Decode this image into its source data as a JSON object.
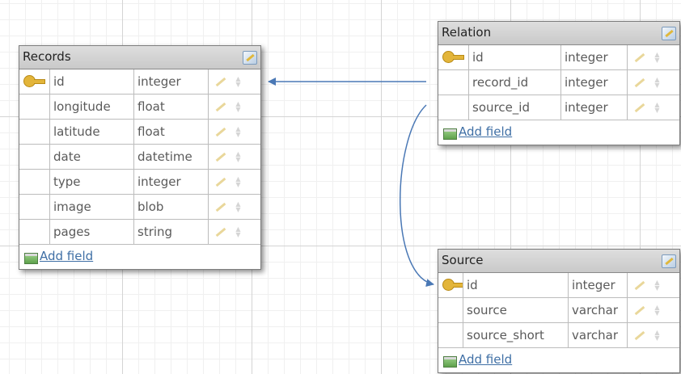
{
  "tables": {
    "records": {
      "title": "Records",
      "fields": [
        {
          "name": "id",
          "type": "integer",
          "primary": true
        },
        {
          "name": "longitude",
          "type": "float"
        },
        {
          "name": "latitude",
          "type": "float"
        },
        {
          "name": "date",
          "type": "datetime"
        },
        {
          "name": "type",
          "type": "integer"
        },
        {
          "name": "image",
          "type": "blob"
        },
        {
          "name": "pages",
          "type": "string"
        }
      ],
      "add_label": "Add field"
    },
    "relation": {
      "title": "Relation",
      "fields": [
        {
          "name": "id",
          "type": "integer",
          "primary": true
        },
        {
          "name": "record_id",
          "type": "integer"
        },
        {
          "name": "source_id",
          "type": "integer"
        }
      ],
      "add_label": "Add field"
    },
    "source": {
      "title": "Source",
      "fields": [
        {
          "name": "id",
          "type": "integer",
          "primary": true
        },
        {
          "name": "source",
          "type": "varchar"
        },
        {
          "name": "source_short",
          "type": "varchar"
        }
      ],
      "add_label": "Add field"
    }
  },
  "relationships": [
    {
      "from": "relation.record_id",
      "to": "records.id"
    },
    {
      "from": "relation.source_id",
      "to": "source.id"
    }
  ],
  "colors": {
    "connector": "#4a78b5",
    "header": "#d4d4d4",
    "link": "#3f6fa5",
    "key": "#e3b53a"
  },
  "icons": [
    "key-icon",
    "edit-icon",
    "pencil-icon",
    "updown-icon",
    "add-field-icon"
  ]
}
